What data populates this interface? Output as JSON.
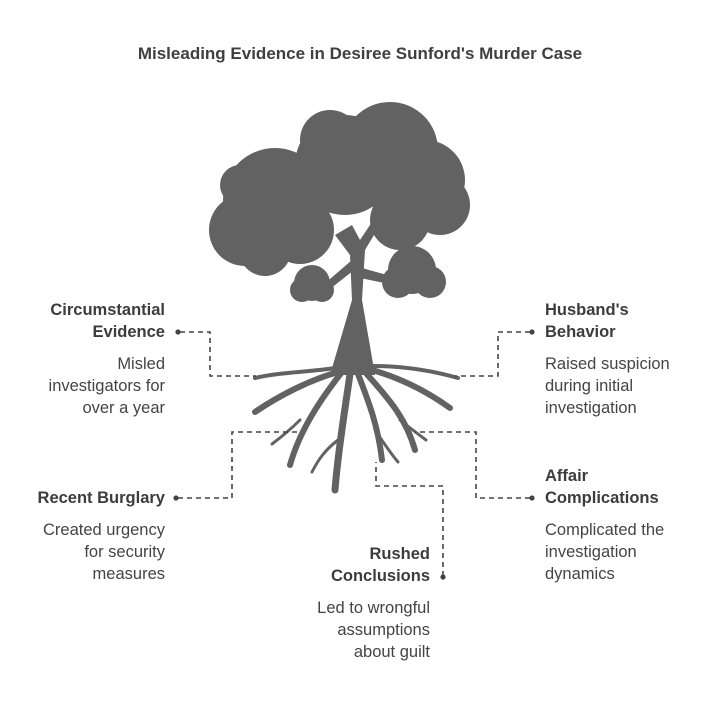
{
  "title": "Misleading Evidence in Desiree Sunford's Murder Case",
  "items": [
    {
      "heading_line1": "Circumstantial",
      "heading_line2": "Evidence",
      "desc_line1": "Misled",
      "desc_line2": "investigators for",
      "desc_line3": "over a year"
    },
    {
      "heading_line1": "Husband's",
      "heading_line2": "Behavior",
      "desc_line1": "Raised suspicion",
      "desc_line2": "during initial",
      "desc_line3": "investigation"
    },
    {
      "heading_line1": "Recent Burglary",
      "heading_line2": "",
      "desc_line1": "Created urgency",
      "desc_line2": "for security",
      "desc_line3": "measures"
    },
    {
      "heading_line1": "Affair",
      "heading_line2": "Complications",
      "desc_line1": "Complicated the",
      "desc_line2": "investigation",
      "desc_line3": "dynamics"
    },
    {
      "heading_line1": "Rushed",
      "heading_line2": "Conclusions",
      "desc_line1": "Led to wrongful",
      "desc_line2": "assumptions",
      "desc_line3": "about guilt"
    }
  ],
  "colors": {
    "tree": "#626262",
    "text": "#3c3c3c",
    "connector": "#444444"
  }
}
